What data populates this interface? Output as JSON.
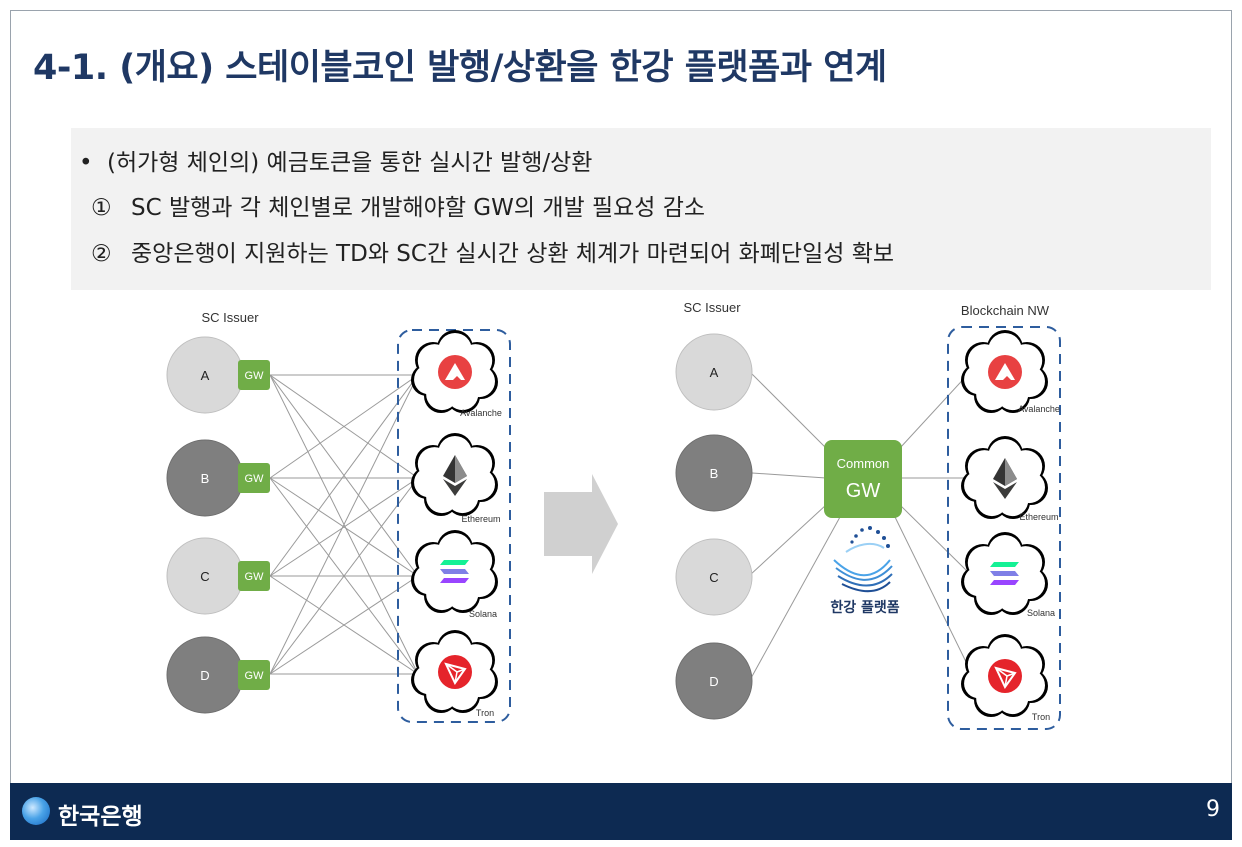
{
  "slide": {
    "title": "4-1.  (개요) 스테이블코인 발행/상환을 한강 플랫폼과 연계",
    "bullets": [
      {
        "marker": "•",
        "text": "(허가형 체인의) 예금토큰을 통한  실시간 발행/상환"
      },
      {
        "marker": "①",
        "text": "SC 발행과 각 체인별로 개발해야할 GW의 개발 필요성 감소"
      },
      {
        "marker": "②",
        "text": "중앙은행이 지원하는 TD와 SC간 실시간 상환 체계가 마련되어 화폐단일성 확보"
      }
    ],
    "footer": {
      "org": "한국은행",
      "page": "9"
    }
  },
  "diagram": {
    "left": {
      "issuer_title": "SC Issuer",
      "issuers": [
        "A",
        "B",
        "C",
        "D"
      ],
      "gateway_label": "GW",
      "chains": [
        "Avalanche",
        "Ethereum",
        "Solana",
        "Tron"
      ]
    },
    "right": {
      "issuer_title": "SC Issuer",
      "network_title": "Blockchain NW",
      "issuers": [
        "A",
        "B",
        "C",
        "D"
      ],
      "common_gw": [
        "Common",
        "GW"
      ],
      "platform_label": "한강 플랫폼",
      "chains": [
        "Avalanche",
        "Ethereum",
        "Solana",
        "Tron"
      ]
    },
    "colors": {
      "issuer_light": "#d9d9d9",
      "issuer_dark": "#7f7f7f",
      "gw_green": "#70ad47",
      "box_dash": "#2e5d9e",
      "arrow": "#d0d0d0",
      "avalanche": "#e84142",
      "tron": "#e5242b"
    },
    "icons": [
      "avalanche-icon",
      "ethereum-icon",
      "solana-icon",
      "tron-icon",
      "hangang-platform-icon",
      "bok-logo-icon"
    ]
  }
}
